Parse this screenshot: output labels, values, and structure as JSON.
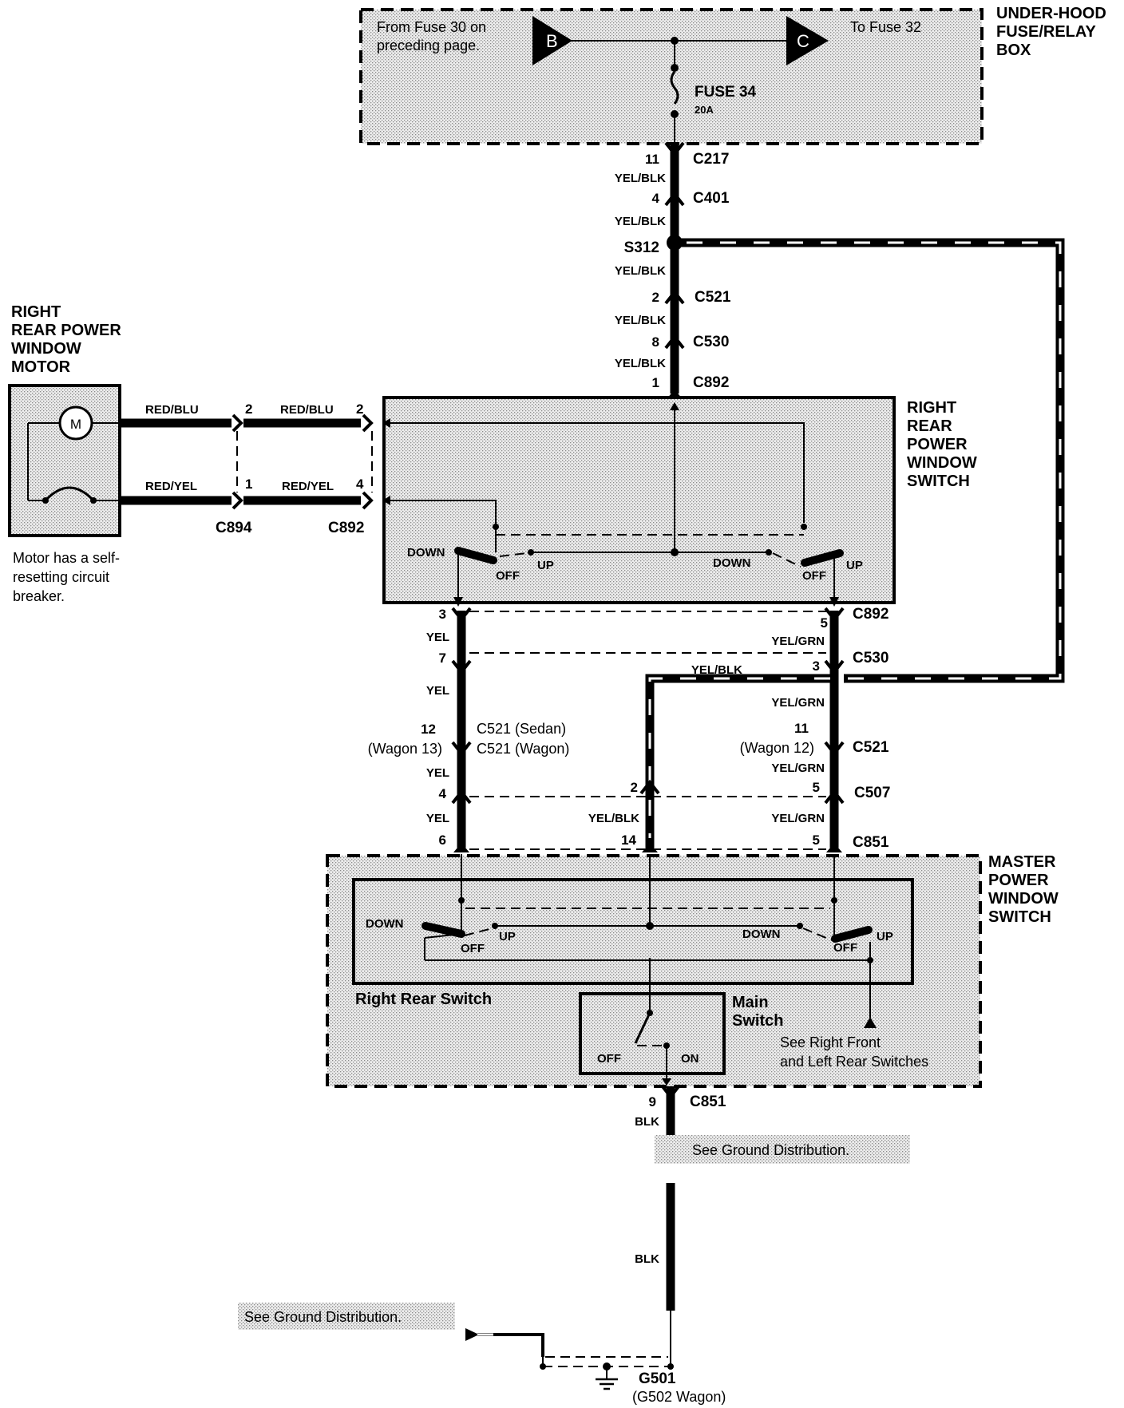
{
  "fuse_box": {
    "title_lines": [
      "UNDER-HOOD",
      "FUSE/RELAY",
      "BOX"
    ],
    "from_note_lines": [
      "From Fuse 30 on",
      "preceding page."
    ],
    "to_note": "To Fuse 32",
    "bus_from_label": "B",
    "bus_to_label": "C",
    "fuse_name": "FUSE 34",
    "fuse_rating": "20A"
  },
  "feed": {
    "connectors": [
      {
        "pin": "11",
        "name": "C217"
      },
      {
        "pin": "4",
        "name": "C401"
      },
      {
        "pin": "2",
        "name": "C521"
      },
      {
        "pin": "8",
        "name": "C530"
      },
      {
        "pin": "1",
        "name": "C892"
      }
    ],
    "splice": "S312",
    "wire_color": "YEL/BLK"
  },
  "motor": {
    "title_lines": [
      "RIGHT",
      "REAR POWER",
      "WINDOW",
      "MOTOR"
    ],
    "symbol": "M",
    "note_lines": [
      "Motor has a self-",
      "resetting circuit",
      "breaker."
    ],
    "wire_top": "RED/BLU",
    "wire_bottom": "RED/YEL",
    "c894": {
      "name": "C894",
      "pin_top": "2",
      "pin_bottom": "1"
    },
    "c892": {
      "name": "C892",
      "pin_top": "2",
      "pin_bottom": "4"
    }
  },
  "rear_switch": {
    "title_lines": [
      "RIGHT",
      "REAR",
      "POWER",
      "WINDOW",
      "SWITCH"
    ],
    "labels": {
      "down": "DOWN",
      "off": "OFF",
      "up": "UP"
    }
  },
  "harness": {
    "left": {
      "wire": "YEL",
      "pins": {
        "c892": "3",
        "c530": "7",
        "c521_sedan": "12",
        "c521_wagon": "(Wagon 13)",
        "c507": "4",
        "c851": "6"
      },
      "c521_sedan_label": "C521 (Sedan)",
      "c521_wagon_label": "C521 (Wagon)"
    },
    "right": {
      "wire": "YEL/GRN",
      "pins": {
        "c892": "5",
        "c530_in": "3",
        "c521": "11",
        "c521_wagon": "(Wagon 12)",
        "c507": "5",
        "c851": "5"
      }
    },
    "middle": {
      "wire": "YEL/BLK",
      "pins": {
        "c507": "2",
        "c851": "14"
      }
    },
    "connector_names": {
      "c892": "C892",
      "c530": "C530",
      "c521": "C521",
      "c507": "C507",
      "c851": "C851"
    }
  },
  "master": {
    "title_lines": [
      "MASTER",
      "POWER",
      "WINDOW",
      "SWITCH"
    ],
    "rear_switch_label": "Right Rear Switch",
    "main_switch_lines": [
      "Main",
      "Switch"
    ],
    "main_off": "OFF",
    "main_on": "ON",
    "see_note_lines": [
      "See  Right Front",
      "and Left Rear Switches"
    ],
    "labels": {
      "down": "DOWN",
      "off": "OFF",
      "up": "UP"
    }
  },
  "ground": {
    "pin": "9",
    "connector": "C851",
    "wire": "BLK",
    "see_note_1": "See Ground Distribution.",
    "see_note_2": "See Ground Distribution.",
    "g_name": "G501",
    "g_wagon": "(G502 Wagon)"
  }
}
